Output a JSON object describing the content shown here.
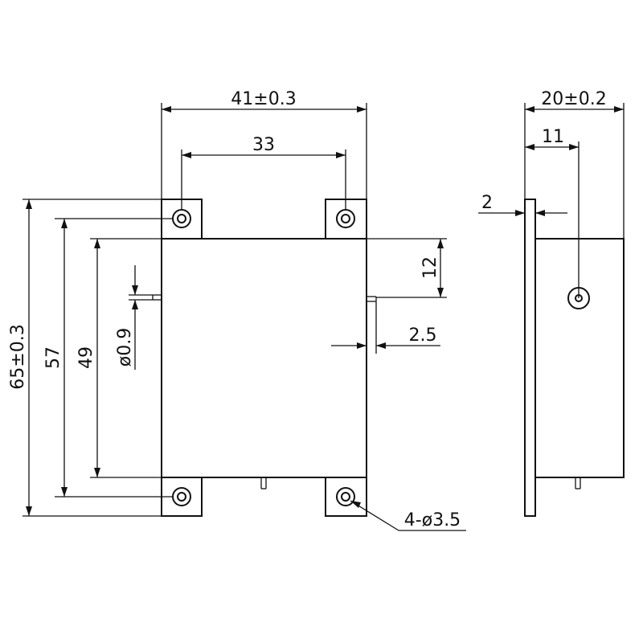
{
  "dimensions": {
    "overall_width": "41±0.3",
    "hole_spacing_x": "33",
    "overall_height": "65±0.3",
    "hole_spacing_y": "57",
    "body_height": "49",
    "pin_diameter": "ø0.9",
    "pin_offset": "12",
    "pin_length": "2.5",
    "mounting_holes": "4-ø3.5",
    "side_width": "20±0.2",
    "side_pin_offset": "11",
    "flange_thickness": "2"
  },
  "colors": {
    "line": "#111111",
    "background": "#ffffff"
  }
}
